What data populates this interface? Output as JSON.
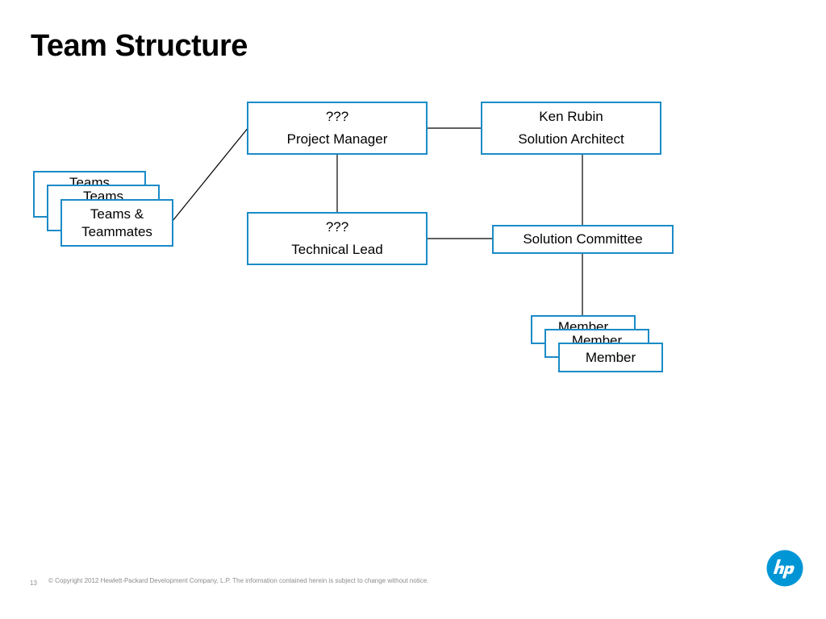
{
  "slide": {
    "title": "Team Structure",
    "page_number": "13",
    "copyright": "© Copyright 2012 Hewlett-Packard Development Company, L.P.  The information contained herein is subject to change without notice."
  },
  "diagram": {
    "project_manager": {
      "line1": "???",
      "line2": "Project Manager"
    },
    "solution_architect": {
      "line1": "Ken Rubin",
      "line2": "Solution Architect"
    },
    "technical_lead": {
      "line1": "???",
      "line2": "Technical Lead"
    },
    "solution_committee": {
      "label": "Solution Committee"
    },
    "teams": {
      "back": {
        "line1": "Teams",
        "line2": "&"
      },
      "middle": {
        "line1": "Teams",
        "line2": "&"
      },
      "front": {
        "line1": "Teams &",
        "line2": "Teammates"
      }
    },
    "members": {
      "back": "Member",
      "middle": "Member",
      "front": "Member"
    }
  },
  "colors": {
    "box_border": "#1a8bc7",
    "connector": "#000000",
    "logo": "#0096d6"
  },
  "logo": {
    "icon": "hp-logo-icon"
  }
}
